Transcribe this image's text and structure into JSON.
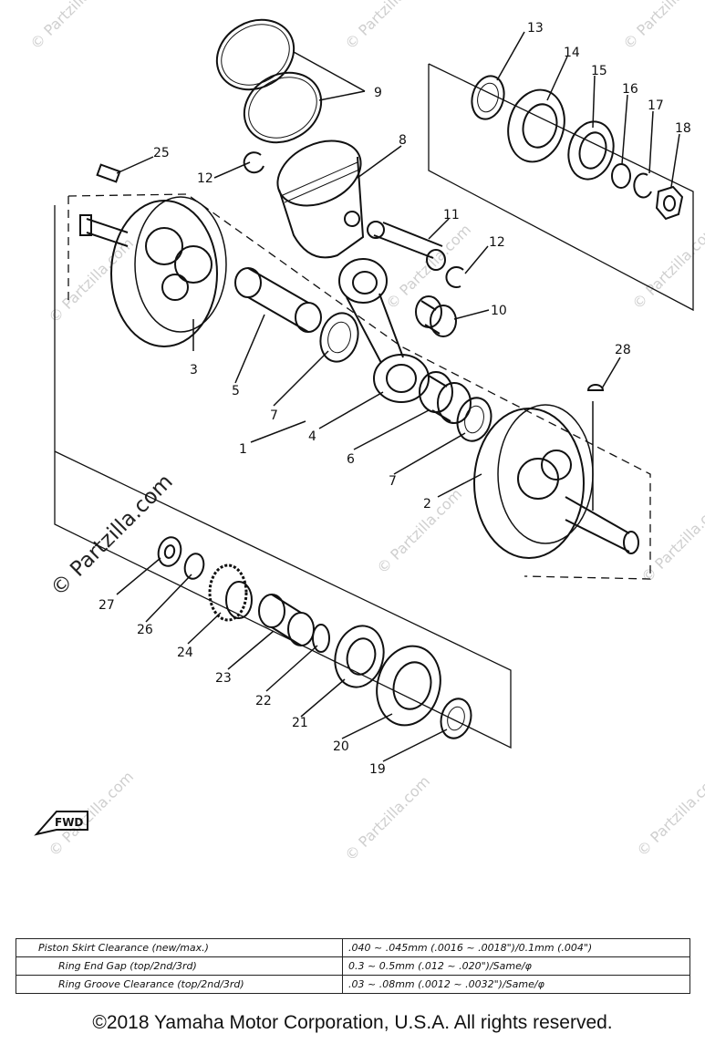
{
  "watermarks": {
    "small": "© Partzilla.com",
    "large": "© Partzilla.com"
  },
  "fwd_label": "FWD",
  "callouts": [
    "1",
    "2",
    "3",
    "4",
    "5",
    "6",
    "7",
    "7",
    "8",
    "9",
    "10",
    "11",
    "12",
    "12",
    "13",
    "14",
    "15",
    "16",
    "17",
    "18",
    "19",
    "20",
    "21",
    "22",
    "23",
    "24",
    "25",
    "26",
    "27",
    "28"
  ],
  "specs": [
    {
      "label": "Piston Skirt Clearance (new/max.)",
      "value": ".040 ~ .045mm (.0016 ~ .0018\")/0.1mm (.004\")"
    },
    {
      "label": "Ring End Gap (top/2nd/3rd)",
      "value": "0.3 ~ 0.5mm (.012 ~ .020\")/Same/φ"
    },
    {
      "label": "Ring Groove Clearance (top/2nd/3rd)",
      "value": ".03 ~ .08mm (.0012 ~ .0032\")/Same/φ"
    }
  ],
  "copyright": "©2018  Yamaha Motor Corporation, U.S.A. All rights reserved."
}
